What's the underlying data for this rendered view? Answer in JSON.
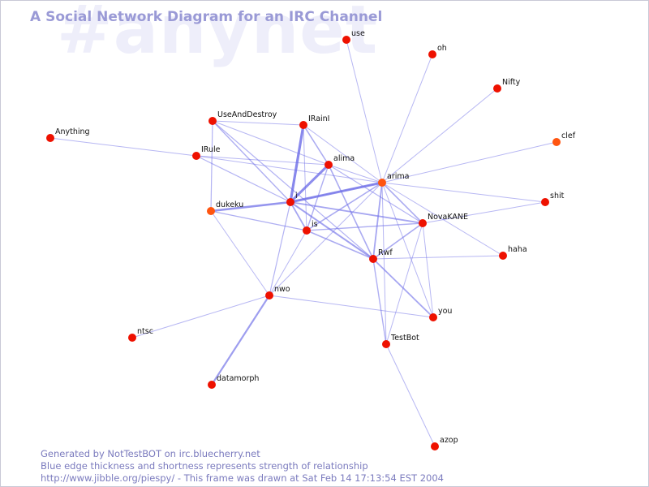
{
  "watermark": "#anynet",
  "title": "A Social Network Diagram for an IRC Channel",
  "footer": {
    "line1": "Generated by NotTestBOT on irc.bluecherry.net",
    "line2": "Blue edge thickness and shortness represents strength of relationship",
    "line3": "http://www.jibble.org/piespy/ - This frame was drawn at Sat Feb 14 17:13:54 EST 2004"
  },
  "colors": {
    "node": "#ee1100",
    "node_alt": "#ff5510",
    "edge": "#7070e8",
    "title": "#9a9ad6",
    "watermark": "#eeeefa"
  },
  "nodes": [
    {
      "id": "use",
      "label": "use"
    },
    {
      "id": "oh",
      "label": "oh"
    },
    {
      "id": "Nifty",
      "label": "Nifty"
    },
    {
      "id": "clef",
      "label": "clef",
      "alt": true
    },
    {
      "id": "shit",
      "label": "shit"
    },
    {
      "id": "haha",
      "label": "haha"
    },
    {
      "id": "you",
      "label": "you"
    },
    {
      "id": "TestBot",
      "label": "TestBot"
    },
    {
      "id": "azop",
      "label": "azop"
    },
    {
      "id": "Anything",
      "label": "Anything"
    },
    {
      "id": "UseAndDestroy",
      "label": "UseAndDestroy"
    },
    {
      "id": "IRainI",
      "label": "IRainI"
    },
    {
      "id": "IRule",
      "label": "IRule"
    },
    {
      "id": "alima",
      "label": "alima"
    },
    {
      "id": "arima",
      "label": "arima",
      "alt": true
    },
    {
      "id": "dukeku",
      "label": "dukeku",
      "alt": true
    },
    {
      "id": "i",
      "label": "i"
    },
    {
      "id": "is",
      "label": "is"
    },
    {
      "id": "NovaKANE",
      "label": "NovaKANE"
    },
    {
      "id": "Rwf",
      "label": "Rwf"
    },
    {
      "id": "nwo",
      "label": "nwo"
    },
    {
      "id": "ntsc",
      "label": "ntsc"
    },
    {
      "id": "datamorph",
      "label": "datamorph"
    }
  ],
  "edges": [
    [
      "i",
      "IRainI",
      3.2
    ],
    [
      "i",
      "alima",
      3.0
    ],
    [
      "i",
      "arima",
      3.0
    ],
    [
      "i",
      "dukeku",
      2.6
    ],
    [
      "i",
      "Rwf",
      2.0
    ],
    [
      "i",
      "NovaKANE",
      1.8
    ],
    [
      "i",
      "is",
      1.8
    ],
    [
      "i",
      "UseAndDestroy",
      1.4
    ],
    [
      "i",
      "IRule",
      1.2
    ],
    [
      "i",
      "nwo",
      1.2
    ],
    [
      "i",
      "arima",
      1.0
    ],
    [
      "IRainI",
      "alima",
      1.6
    ],
    [
      "IRainI",
      "UseAndDestroy",
      1.0
    ],
    [
      "IRainI",
      "arima",
      1.0
    ],
    [
      "IRainI",
      "is",
      1.0
    ],
    [
      "alima",
      "IRule",
      1.0
    ],
    [
      "alima",
      "is",
      1.4
    ],
    [
      "alima",
      "Rwf",
      1.6
    ],
    [
      "alima",
      "NovaKANE",
      1.2
    ],
    [
      "alima",
      "arima",
      1.0
    ],
    [
      "arima",
      "use",
      1.0
    ],
    [
      "arima",
      "oh",
      1.0
    ],
    [
      "arima",
      "Nifty",
      1.0
    ],
    [
      "arima",
      "clef",
      1.0
    ],
    [
      "arima",
      "shit",
      1.0
    ],
    [
      "arima",
      "haha",
      1.0
    ],
    [
      "arima",
      "Rwf",
      1.8
    ],
    [
      "arima",
      "NovaKANE",
      1.6
    ],
    [
      "arima",
      "is",
      1.6
    ],
    [
      "arima",
      "TestBot",
      1.0
    ],
    [
      "arima",
      "you",
      1.0
    ],
    [
      "arima",
      "IRule",
      1.0
    ],
    [
      "arima",
      "nwo",
      1.0
    ],
    [
      "dukeku",
      "is",
      1.4
    ],
    [
      "dukeku",
      "UseAndDestroy",
      1.2
    ],
    [
      "dukeku",
      "nwo",
      1.0
    ],
    [
      "is",
      "Rwf",
      1.6
    ],
    [
      "is",
      "NovaKANE",
      1.4
    ],
    [
      "is",
      "nwo",
      1.0
    ],
    [
      "NovaKANE",
      "Rwf",
      1.6
    ],
    [
      "NovaKANE",
      "shit",
      1.0
    ],
    [
      "NovaKANE",
      "you",
      1.0
    ],
    [
      "NovaKANE",
      "TestBot",
      1.0
    ],
    [
      "Rwf",
      "you",
      1.8
    ],
    [
      "Rwf",
      "TestBot",
      1.4
    ],
    [
      "Rwf",
      "haha",
      1.0
    ],
    [
      "nwo",
      "datamorph",
      2.2
    ],
    [
      "nwo",
      "ntsc",
      1.0
    ],
    [
      "nwo",
      "you",
      1.0
    ],
    [
      "TestBot",
      "azop",
      1.0
    ],
    [
      "Anything",
      "IRule",
      1.0
    ],
    [
      "UseAndDestroy",
      "Rwf",
      1.2
    ],
    [
      "UseAndDestroy",
      "alima",
      1.0
    ]
  ]
}
